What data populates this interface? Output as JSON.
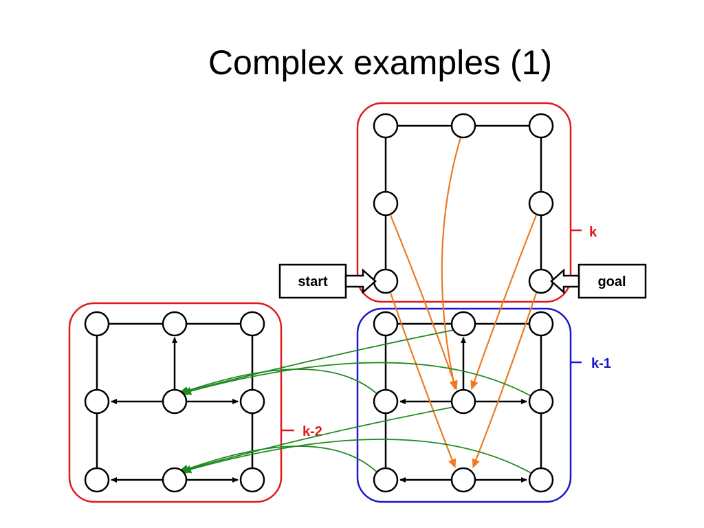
{
  "slide": {
    "title": "Complex examples (1)"
  },
  "labels": {
    "start": "start",
    "goal": "goal",
    "level_top": "k",
    "level_right": "k-1",
    "level_left": "k-2"
  },
  "colors": {
    "level_k_border": "#e0191d",
    "level_k1_border": "#1a18c8",
    "level_k2_border": "#e0191d",
    "orange_arrows": "#f07820",
    "green_arrows": "#1f8a1f",
    "graph_edges": "#000000"
  },
  "legend_semantics": {
    "red_box": "level k / k-2",
    "blue_box": "level k-1"
  }
}
